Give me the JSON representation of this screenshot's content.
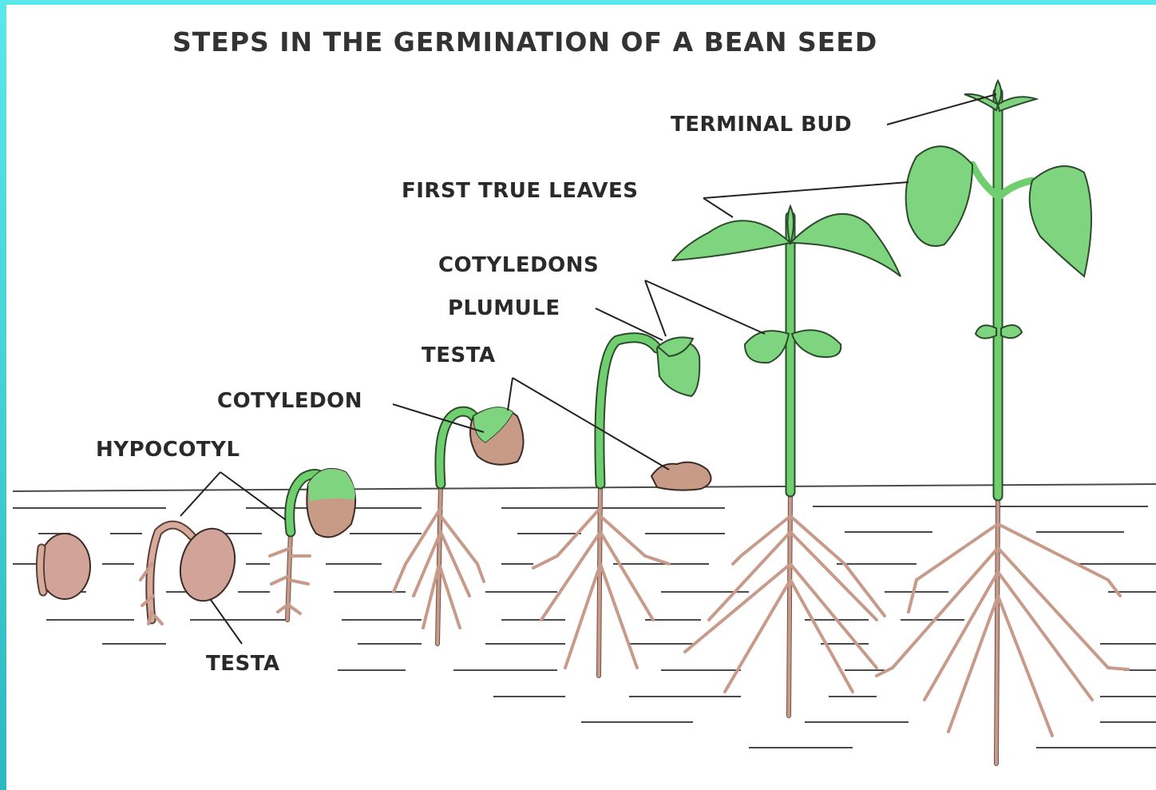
{
  "diagram": {
    "title": "STEPS IN THE GERMINATION OF A BEAN SEED",
    "labels": {
      "terminal_bud": "TERMINAL BUD",
      "first_true_leaves": "FIRST TRUE LEAVES",
      "cotyledons": "COTYLEDONS",
      "plumule": "PLUMULE",
      "testa_upper": "TESTA",
      "cotyledon": "COTYLEDON",
      "hypocotyl": "HYPOCOTYL",
      "testa_lower": "TESTA"
    },
    "colors": {
      "frame_border": "#4fdde0",
      "background": "#ffffff",
      "leaf_green": "#7fd57f",
      "root_pink": "#c79a8a",
      "seed_brown": "#d2a399",
      "soil_lines": "#4a4a4a"
    },
    "stages": [
      {
        "name": "stage-1-seed"
      },
      {
        "name": "stage-2-hypocotyl-emerging"
      },
      {
        "name": "stage-3-roots-forming"
      },
      {
        "name": "stage-4-cotyledon-rising"
      },
      {
        "name": "stage-5-plumule-emerging"
      },
      {
        "name": "stage-6-first-true-leaves"
      },
      {
        "name": "stage-7-mature-seedling"
      }
    ]
  }
}
